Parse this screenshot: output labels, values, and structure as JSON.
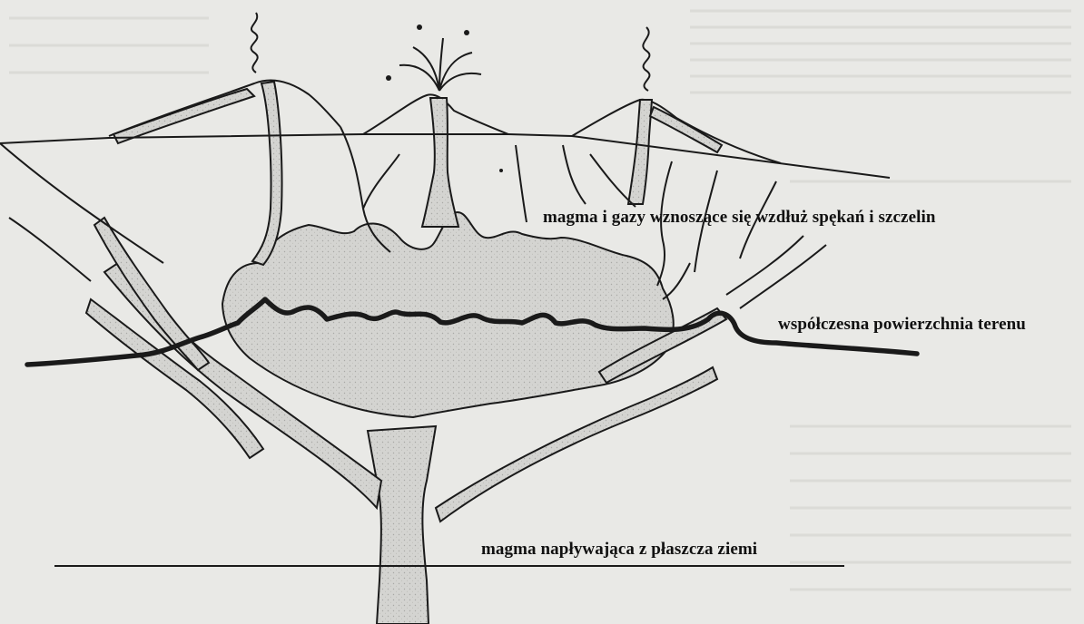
{
  "labels": {
    "cracks": "magma i gazy wznoszące się wzdłuż spękań i szczelin",
    "surface": "współczesna powierzchnia terenu",
    "mantle": "magma napływająca z płaszcza ziemi"
  },
  "colors": {
    "paper": "#e9e9e6",
    "ink": "#1a1a1a",
    "magma_fill": "#cfcfcc",
    "ghost_text": "#d2d2ce"
  }
}
